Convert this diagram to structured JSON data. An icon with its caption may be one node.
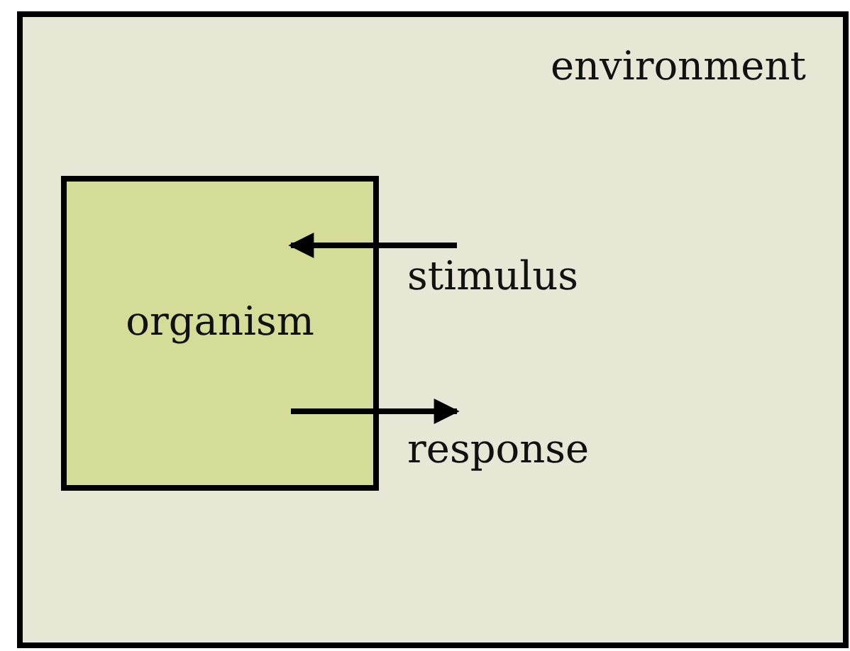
{
  "diagram": {
    "nodes": [
      {
        "text": [
          "environment"
        ]
      },
      {
        "text": [
          "organism"
        ],
        "in": 0
      }
    ],
    "edges": [
      {
        "from": null,
        "to": 1,
        "arrow": "to",
        "label": "stimulus"
      },
      {
        "from": 1,
        "to": null,
        "arrow": "to",
        "label": "response"
      }
    ]
  }
}
